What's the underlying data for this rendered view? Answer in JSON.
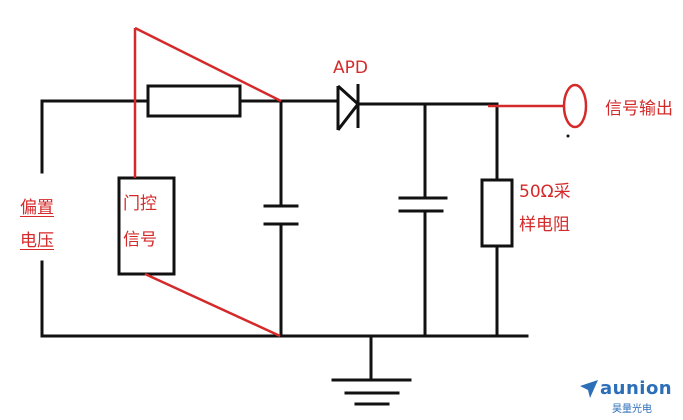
{
  "labels": {
    "apd": "APD",
    "signal_output": "信号输出",
    "bias_voltage_line1": "偏置",
    "bias_voltage_line2": "电压",
    "gate_signal_line1": "门控",
    "gate_signal_line2": "信号",
    "resistor_50_line1": "50Ω采",
    "resistor_50_line2": "样电阻"
  },
  "logo": {
    "name": "aunion",
    "subtitle": "昊量光电"
  },
  "colors": {
    "wire": "#111111",
    "annotation": "#d42a2a",
    "logo": "#2c6fb8"
  }
}
